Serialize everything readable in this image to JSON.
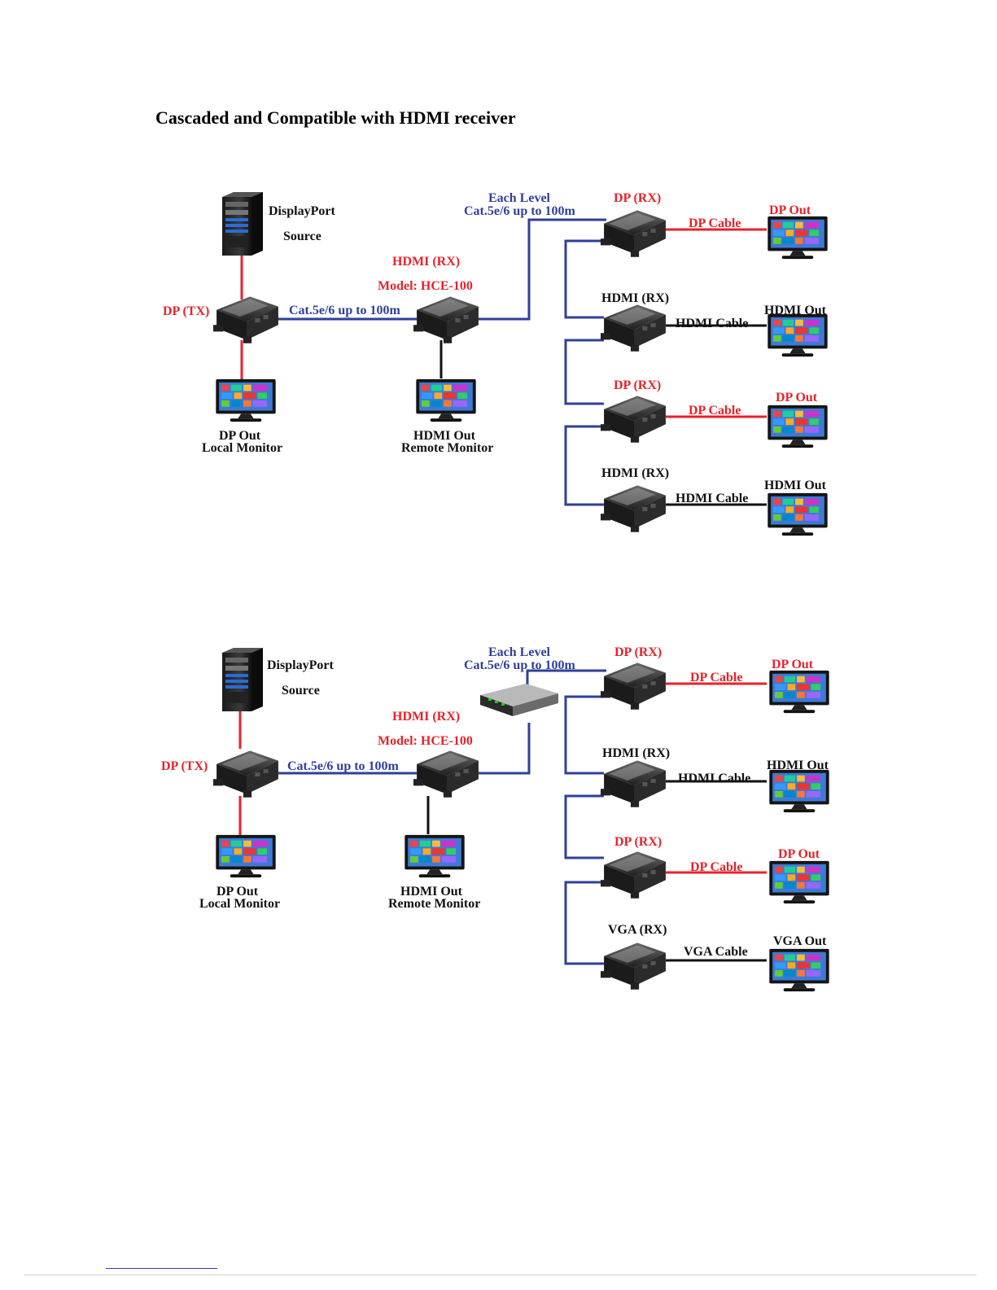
{
  "title": "Cascaded and Compatible with HDMI receiver",
  "colors": {
    "red": "#e8232a",
    "blue": "#2f3f9a",
    "black": "#111111"
  },
  "diagram1": {
    "source": [
      "DisplayPort",
      "Source"
    ],
    "tx": "DP (TX)",
    "link": "Cat.5e/6 up to 100m",
    "hdmi_rx": "HDMI (RX)",
    "model": "Model: HCE-100",
    "local_monitor": [
      "DP Out",
      "Local Monitor"
    ],
    "remote_monitor": [
      "HDMI Out",
      "Remote Monitor"
    ],
    "each_level": [
      "Each Level",
      "Cat.5e/6 up to 100m"
    ],
    "receivers": [
      {
        "rx": "DP (RX)",
        "cable": "DP Cable",
        "out": "DP Out"
      },
      {
        "rx": "HDMI (RX)",
        "cable": "HDMI Cable",
        "out": "HDMI Out"
      },
      {
        "rx": "DP (RX)",
        "cable": "DP Cable",
        "out": "DP Out"
      },
      {
        "rx": "HDMI (RX)",
        "cable": "HDMI Cable",
        "out": "HDMI Out"
      }
    ]
  },
  "diagram2": {
    "source": [
      "DisplayPort",
      "Source"
    ],
    "tx": "DP (TX)",
    "link": "Cat.5e/6 up to 100m",
    "hdmi_rx": "HDMI (RX)",
    "model": "Model: HCE-100",
    "local_monitor": [
      "DP Out",
      "Local Monitor"
    ],
    "remote_monitor": [
      "HDMI Out",
      "Remote Monitor"
    ],
    "each_level": [
      "Each Level",
      "Cat.5e/6 up to 100m"
    ],
    "receivers": [
      {
        "rx": "DP (RX)",
        "cable": "DP Cable",
        "out": "DP Out"
      },
      {
        "rx": "HDMI (RX)",
        "cable": "HDMI Cable",
        "out": "HDMI Out"
      },
      {
        "rx": "DP (RX)",
        "cable": "DP Cable",
        "out": "DP Out"
      },
      {
        "rx": "VGA (RX)",
        "cable": "VGA Cable",
        "out": "VGA Out"
      }
    ]
  }
}
